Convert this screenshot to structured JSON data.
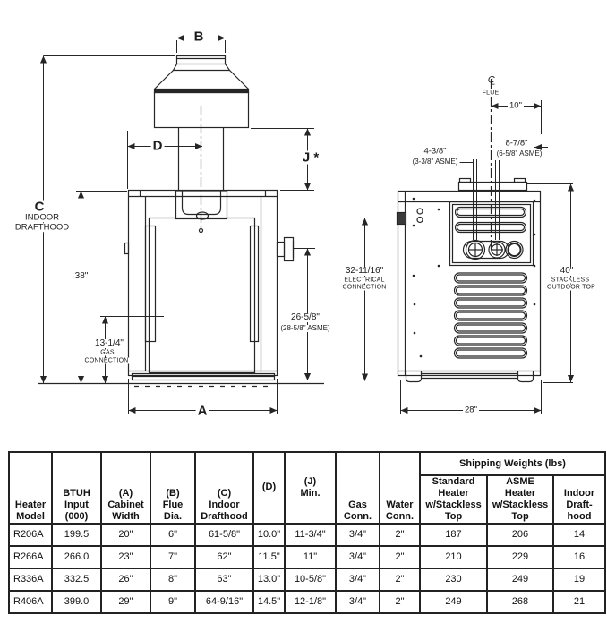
{
  "diagram": {
    "front": {
      "dim_b": "B",
      "dim_d": "D",
      "dim_j": "J *",
      "dim_c": "C",
      "c_line1": "INDOOR",
      "c_line2": "DRAFTHOOD",
      "dim_38": "38\"",
      "gas_dim": "13-1/4\"",
      "gas_line1": "GAS",
      "gas_line2": "CONNECTION",
      "dim_a": "A",
      "water_dim": "26-5/8\"",
      "water_asme": "(28-5/8\" ASME)"
    },
    "side": {
      "flue_cl_c": "C",
      "flue_cl_l": "L",
      "flue": "FLUE",
      "dim_10": "10\"",
      "dim_878": "8-7/8\"",
      "dim_878_asme": "(6-5/8\" ASME)",
      "dim_438": "4-3/8\"",
      "dim_438_asme": "(3-3/8\" ASME)",
      "elec_dim": "32-11/16\"",
      "elec_line1": "ELECTRICAL",
      "elec_line2": "CONNECTION",
      "dim_40": "40\"",
      "stackless_line1": "STACKLESS",
      "stackless_line2": "OUTDOOR TOP",
      "dim_28": "28\""
    }
  },
  "table": {
    "headers": {
      "model": "Heater\nModel",
      "btuh": "BTUH\nInput\n(000)",
      "a": "(A)\nCabinet\nWidth",
      "b": "(B)\nFlue\nDia.",
      "c": "(C)\nIndoor\nDrafthood",
      "d": "(D)",
      "j": "(J)\nMin.",
      "gas": "Gas\nConn.",
      "water": "Water\nConn.",
      "shipping_group": "Shipping Weights (lbs)",
      "standard": "Standard\nHeater\nw/Stackless\nTop",
      "asme": "ASME\nHeater\nw/Stackless\nTop",
      "indoor": "Indoor\nDraft-\nhood"
    },
    "rows": [
      [
        "R206A",
        "199.5",
        "20\"",
        "6\"",
        "61-5/8\"",
        "10.0\"",
        "11-3/4\"",
        "3/4\"",
        "2\"",
        "187",
        "206",
        "14"
      ],
      [
        "R266A",
        "266.0",
        "23\"",
        "7\"",
        "62\"",
        "11.5\"",
        "11\"",
        "3/4\"",
        "2\"",
        "210",
        "229",
        "16"
      ],
      [
        "R336A",
        "332.5",
        "26\"",
        "8\"",
        "63\"",
        "13.0\"",
        "10-5/8\"",
        "3/4\"",
        "2\"",
        "230",
        "249",
        "19"
      ],
      [
        "R406A",
        "399.0",
        "29\"",
        "9\"",
        "64-9/16\"",
        "14.5\"",
        "12-1/8\"",
        "3/4\"",
        "2\"",
        "249",
        "268",
        "21"
      ]
    ]
  }
}
